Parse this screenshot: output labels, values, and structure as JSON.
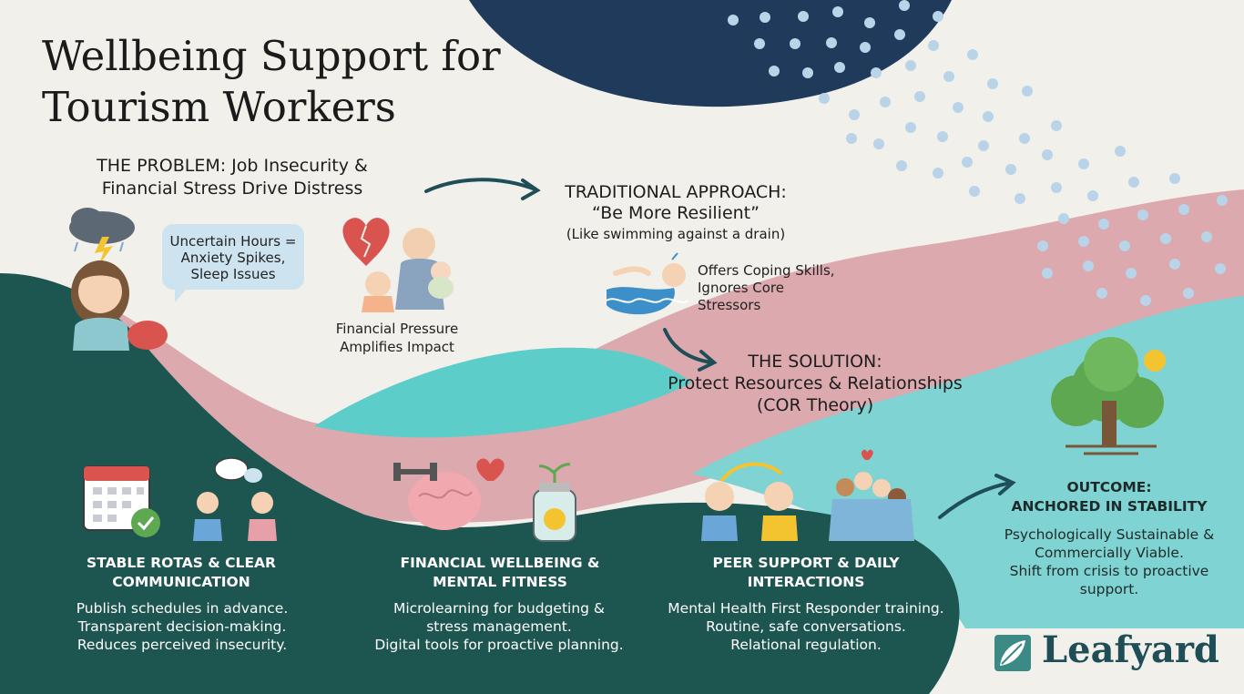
{
  "title": {
    "line1": "Wellbeing Support for",
    "line2": "Tourism Workers"
  },
  "problem": {
    "heading_line1": "THE PROBLEM: Job Insecurity &",
    "heading_line2": "Financial Stress Drive Distress",
    "bubble_line1": "Uncertain Hours =",
    "bubble_line2": "Anxiety Spikes,",
    "bubble_line3": "Sleep Issues",
    "caption_line1": "Financial Pressure",
    "caption_line2": "Amplifies Impact"
  },
  "traditional": {
    "heading": "TRADITIONAL APPROACH:",
    "quote": "“Be More Resilient”",
    "sub": "(Like swimming against a drain)",
    "caption_line1": "Offers Coping Skills,",
    "caption_line2": "Ignores Core",
    "caption_line3": "Stressors"
  },
  "solution": {
    "heading": "THE SOLUTION:",
    "line2": "Protect Resources & Relationships",
    "line3": "(COR Theory)"
  },
  "pillars": [
    {
      "title_line1": "STABLE ROTAS & CLEAR",
      "title_line2": "COMMUNICATION",
      "desc_line1": "Publish schedules in advance.",
      "desc_line2": "Transparent decision-making.",
      "desc_line3": "Reduces perceived insecurity."
    },
    {
      "title_line1": "FINANCIAL WELLBEING &",
      "title_line2": "MENTAL FITNESS",
      "desc_line1": "Microlearning for budgeting &",
      "desc_line2": "stress management.",
      "desc_line3": "Digital tools for proactive planning."
    },
    {
      "title_line1": "PEER SUPPORT & DAILY",
      "title_line2": "INTERACTIONS",
      "desc_line1": "Mental Health First Responder training.",
      "desc_line2": "Routine, safe conversations.",
      "desc_line3": "Relational regulation."
    }
  ],
  "outcome": {
    "heading_line1": "OUTCOME:",
    "heading_line2": "ANCHORED IN STABILITY",
    "desc_line1": "Psychologically Sustainable &",
    "desc_line2": "Commercially Viable.",
    "desc_line3": "Shift from crisis to proactive",
    "desc_line4": "support."
  },
  "brand": {
    "name": "Leafyard"
  },
  "colors": {
    "dark_teal": "#1d5550",
    "navy": "#1f3a5b",
    "pink": "#dba9ae",
    "cyan": "#5ccdc9",
    "light_cyan": "#7fd3d2",
    "background": "#f1f0ea"
  }
}
